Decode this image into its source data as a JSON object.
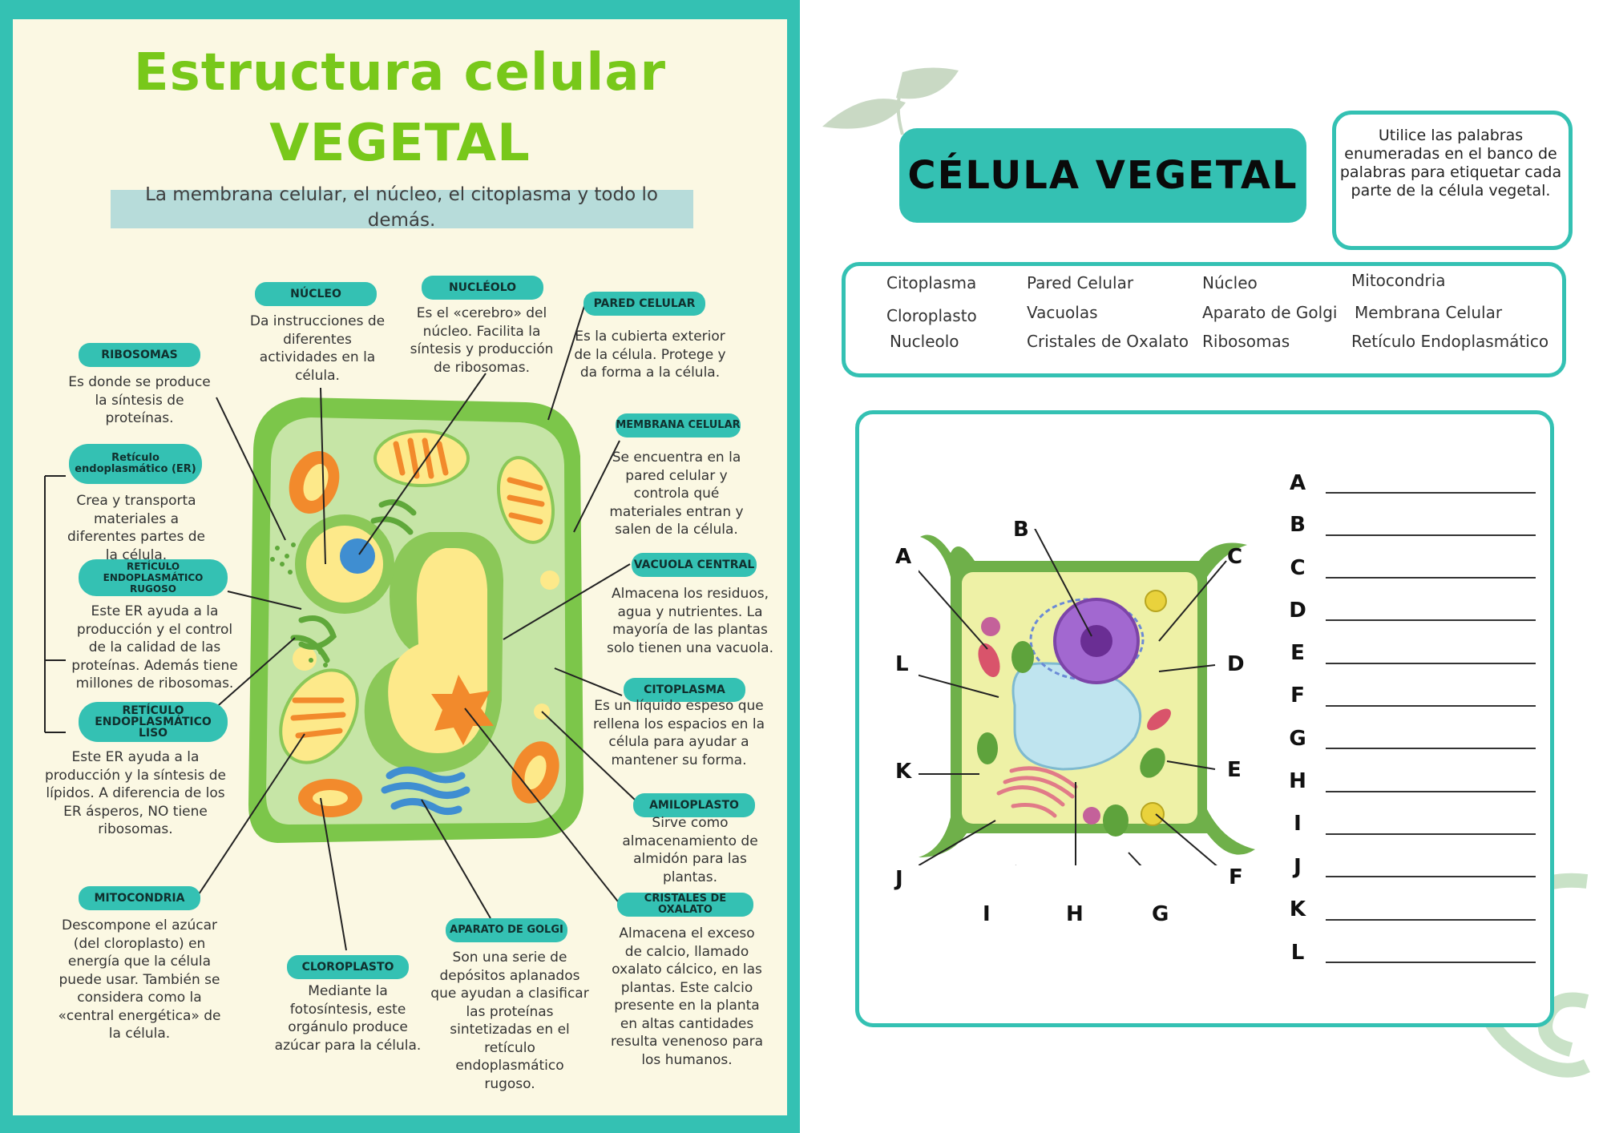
{
  "poster": {
    "title_line1": "Estructura celular",
    "title_line2": "VEGETAL",
    "subtitle": "La membrana celular, el núcleo, el citoplasma y todo lo demás.",
    "labels": [
      {
        "tag": "NÚCLEO",
        "desc": "Da instrucciones de diferentes actividades en la célula."
      },
      {
        "tag": "NUCLÉOLO",
        "desc": "Es el «cerebro» del núcleo. Facilita la síntesis y producción de ribosomas."
      },
      {
        "tag": "PARED CELULAR",
        "desc": "Es la cubierta exterior de la célula. Protege y da forma a la célula."
      },
      {
        "tag": "RIBOSOMAS",
        "desc": "Es donde se produce la síntesis de proteínas."
      },
      {
        "tag": "Retículo endoplasmático (ER)",
        "desc": "Crea y transporta materiales a diferentes partes de la célula."
      },
      {
        "tag": "RETÍCULO ENDOPLASMÁTICO RUGOSO",
        "desc": "Este ER ayuda a la producción y el control de la calidad de las proteínas. Además tiene millones de ribosomas."
      },
      {
        "tag": "RETÍCULO ENDOPLASMÁTICO LISO",
        "desc": "Este ER ayuda a la producción y la síntesis de lípidos. A diferencia de los ER ásperos, NO tiene ribosomas."
      },
      {
        "tag": "MITOCONDRIA",
        "desc": "Descompone el azúcar (del cloroplasto) en energía que la célula puede usar. También se considera como la «central energética» de la célula."
      },
      {
        "tag": "CLOROPLASTO",
        "desc": "Mediante la fotosíntesis, este orgánulo produce azúcar para la célula."
      },
      {
        "tag": "APARATO DE GOLGI",
        "desc": "Son una serie de depósitos aplanados que ayudan a clasificar las proteínas sintetizadas en el retículo endoplasmático rugoso."
      },
      {
        "tag": "CRISTALES DE OXALATO",
        "desc": "Almacena el exceso de calcio, llamado oxalato cálcico, en las plantas. Este calcio presente en la planta en altas cantidades resulta venenoso para los humanos."
      },
      {
        "tag": "MEMBRANA CELULAR",
        "desc": "Se encuentra en la pared celular y controla qué materiales entran y salen de la célula."
      },
      {
        "tag": "VACUOLA CENTRAL",
        "desc": "Almacena los residuos, agua y nutrientes. La mayoría de las plantas solo tienen una vacuola."
      },
      {
        "tag": "CITOPLASMA",
        "desc": "Es un líquido espeso que rellena los espacios en la célula para ayudar a mantener su forma."
      },
      {
        "tag": "AMILOPLASTO",
        "desc": "Sirve como almacenamiento de almidón para las plantas."
      }
    ]
  },
  "worksheet": {
    "title": "CÉLULA VEGETAL",
    "instructions": "Utilice las palabras enumeradas en el banco de palabras para etiquetar cada parte de la célula vegetal.",
    "word_bank": [
      "Citoplasma",
      "Pared Celular",
      "Núcleo",
      "Mitocondria",
      "Cloroplasto",
      "Vacuolas",
      "Aparato de Golgi",
      "Membrana Celular",
      "Nucleolo",
      "Cristales de Oxalato",
      "Ribosomas",
      "Retículo Endoplasmático"
    ],
    "diagram_letters": [
      "A",
      "B",
      "C",
      "D",
      "E",
      "F",
      "G",
      "H",
      "I",
      "J",
      "K",
      "L"
    ],
    "answer_letters": [
      "A",
      "B",
      "C",
      "D",
      "E",
      "F",
      "G",
      "H",
      "I",
      "J",
      "K",
      "L"
    ]
  },
  "colors": {
    "teal": "#34c1b3",
    "title_green": "#78c81a",
    "cream": "#fbf8e3"
  }
}
